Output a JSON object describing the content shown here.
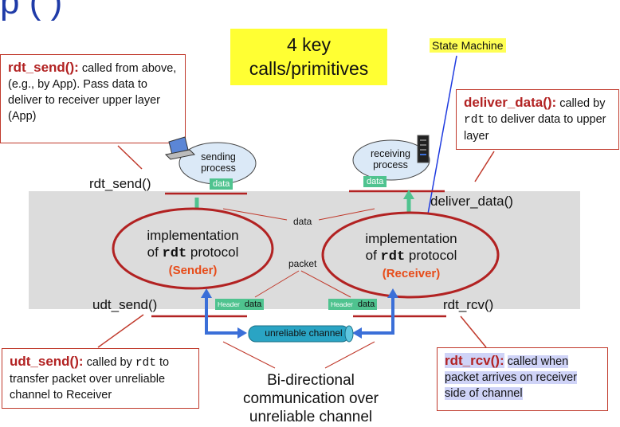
{
  "title_partial": "p              (    )",
  "key_box": {
    "line1": "4 key",
    "line2": "calls/primitives"
  },
  "state_machine_label": "State Machine",
  "callouts": {
    "rdt_send": {
      "fn": "rdt_send():",
      "text": "called from above, (e.g., by App).  Pass data to  deliver to receiver upper layer (App)"
    },
    "deliver_data": {
      "fn": "deliver_data():",
      "text_a": "called by",
      "mono": "rdt",
      "text_b": "to deliver data to upper layer"
    },
    "udt_send": {
      "fn": "udt_send():",
      "text_a": "called by",
      "mono": "rdt",
      "text_b": "to transfer packet over unreliable channel to Receiver"
    },
    "rdt_rcv": {
      "fn": "rdt_rcv():",
      "text_a": "called when packet arrives on receiver side of channel"
    }
  },
  "api_labels": {
    "rdt_send": "rdt_send()",
    "deliver_data": "deliver_data()",
    "udt_send": "udt_send()",
    "rdt_rcv": "rdt_rcv()"
  },
  "processes": {
    "sending": "sending process",
    "receiving": "receiving process"
  },
  "tags": {
    "data": "data",
    "header": "Header"
  },
  "sender": {
    "line1": "implementation",
    "line2_a": "of",
    "line2_mono": "rdt",
    "line2_b": "protocol",
    "role": "(Sender)"
  },
  "receiver": {
    "line1": "implementation",
    "line2_a": "of",
    "line2_mono": "rdt",
    "line2_b": "protocol",
    "role": "(Receiver)"
  },
  "diagram_labels": {
    "data": "data",
    "packet": "packet"
  },
  "channel": "unreliable channel",
  "bidirectional": "Bi-directional communication over unreliable channel",
  "colors": {
    "callout_border": "#c0392b",
    "fn_red": "#b22222",
    "key_yellow": "#ffff33",
    "green": "#4fc38f",
    "arrow_blue": "#3b6fd8",
    "gray": "#dcdcdc",
    "role_orange": "#e74c1a"
  }
}
